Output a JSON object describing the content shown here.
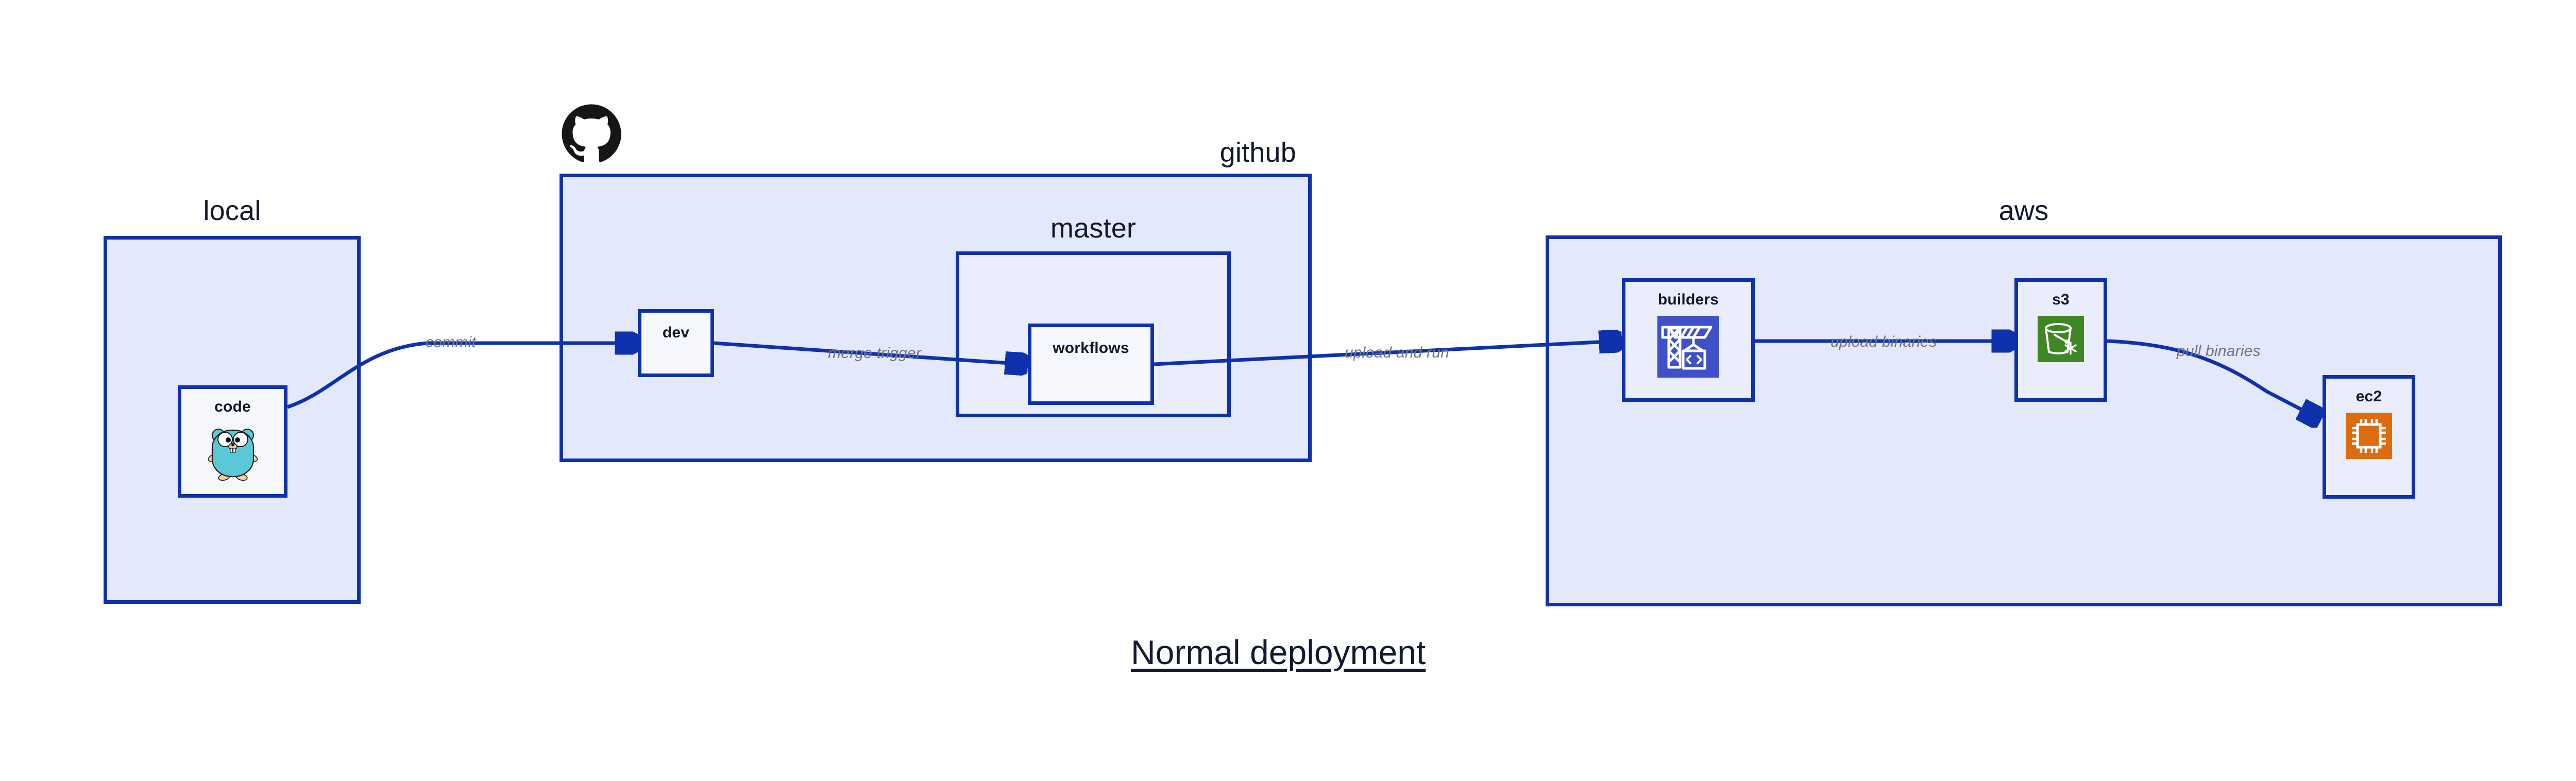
{
  "title": "Normal deployment",
  "colors": {
    "cluster_fill": "#e3e8fb",
    "node_fill": "#eaeefc",
    "node_fill_pale": "#f7f8fe",
    "stroke": "#0f31ad",
    "text": "#12172b",
    "edge_label_text": "#6e7585",
    "builders_icon_bg": "#3f51c8",
    "s3_icon_bg": "#3f8624",
    "ec2_icon_bg": "#dd6b10",
    "gopher_body": "#5bc8d8",
    "octocat": "#161614"
  },
  "clusters": [
    {
      "id": "local",
      "label": "local",
      "label_align": "center"
    },
    {
      "id": "github",
      "label": "github",
      "label_align": "right"
    },
    {
      "id": "master",
      "label": "master",
      "label_align": "center"
    },
    {
      "id": "aws",
      "label": "aws",
      "label_align": "center"
    }
  ],
  "nodes": [
    {
      "id": "code",
      "label": "code",
      "icon": "go-gopher-icon",
      "parent": "local"
    },
    {
      "id": "dev",
      "label": "dev",
      "icon": null,
      "parent": "github"
    },
    {
      "id": "workflows",
      "label": "workflows",
      "icon": null,
      "parent": "master"
    },
    {
      "id": "builders",
      "label": "builders",
      "icon": "codebuild-icon",
      "parent": "aws"
    },
    {
      "id": "s3",
      "label": "s3",
      "icon": "s3-bucket-icon",
      "parent": "aws"
    },
    {
      "id": "ec2",
      "label": "ec2",
      "icon": "ec2-cpu-icon",
      "parent": "aws"
    }
  ],
  "edges": [
    {
      "from": "code",
      "to": "dev",
      "label": "commit"
    },
    {
      "from": "dev",
      "to": "workflows",
      "label": "merge trigger"
    },
    {
      "from": "workflows",
      "to": "builders",
      "label": "upload and run"
    },
    {
      "from": "builders",
      "to": "s3",
      "label": "upload binaries"
    },
    {
      "from": "s3",
      "to": "ec2",
      "label": "pull binaries"
    }
  ],
  "logos": [
    {
      "id": "github-logo",
      "name": "github-octocat-icon",
      "attached_to": "github"
    }
  ]
}
